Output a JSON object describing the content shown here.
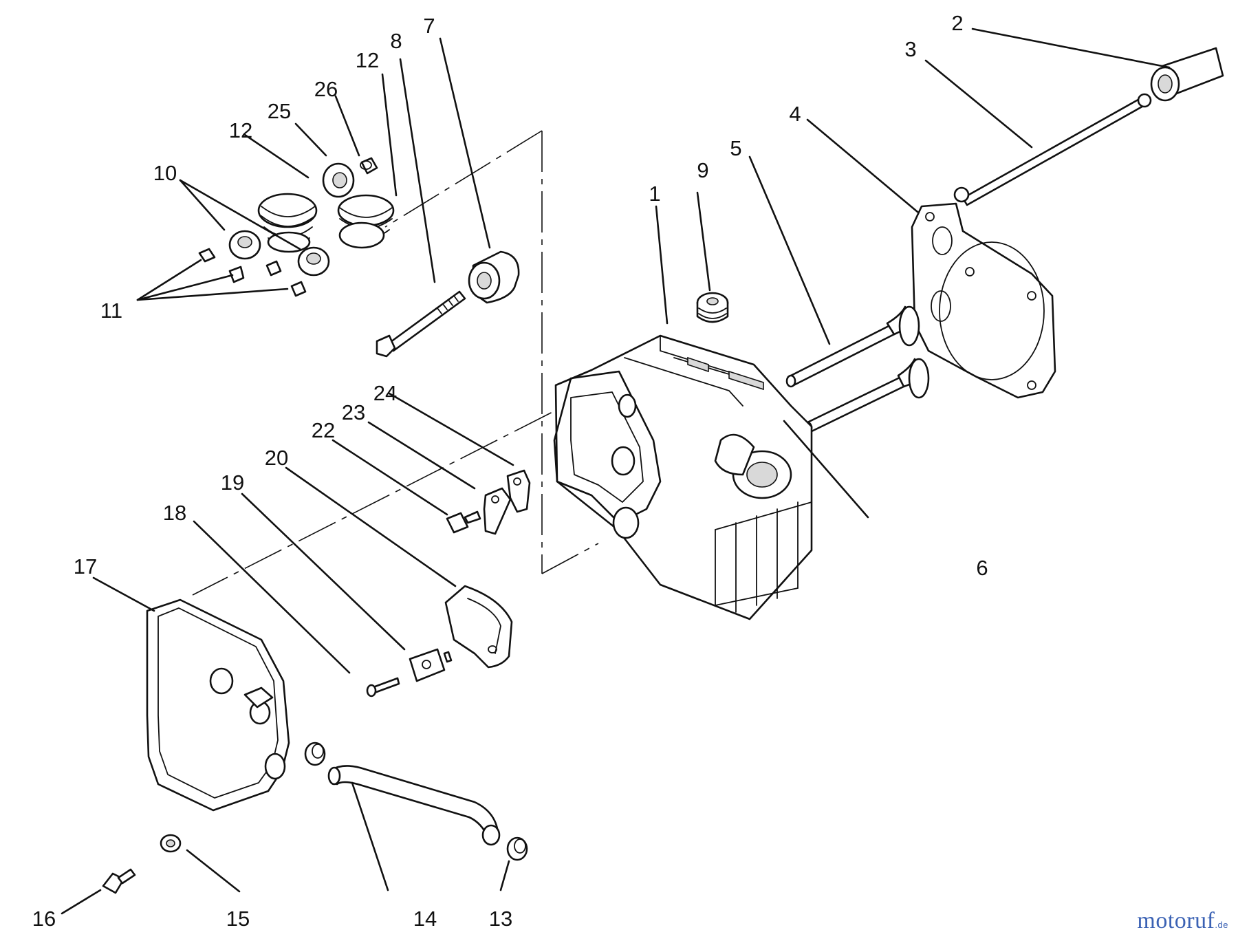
{
  "diagram": {
    "callouts": {
      "c1": "1",
      "c2": "2",
      "c3": "3",
      "c4": "4",
      "c5": "5",
      "c6": "6",
      "c7": "7",
      "c8": "8",
      "c9": "9",
      "c10": "10",
      "c11": "11",
      "c12a": "12",
      "c12b": "12",
      "c13": "13",
      "c14": "14",
      "c15": "15",
      "c16": "16",
      "c17": "17",
      "c18": "18",
      "c19": "19",
      "c20": "20",
      "c22": "22",
      "c23": "23",
      "c24": "24",
      "c25": "25",
      "c26": "26"
    }
  },
  "watermark": {
    "brand": "motoruf",
    "tld": ".de"
  },
  "colors": {
    "ink": "#111111",
    "watermark": "#3b62b4",
    "background": "#ffffff"
  }
}
